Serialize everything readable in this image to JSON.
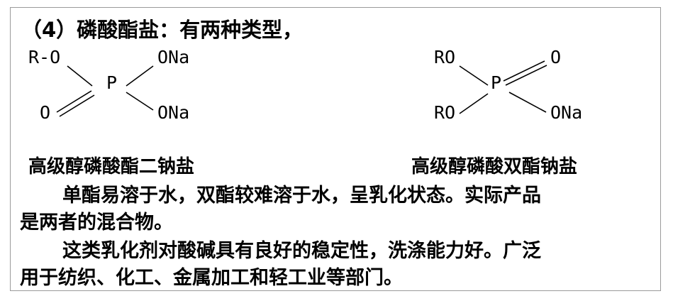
{
  "heading": "（4）磷酸酯盐：有两种类型，",
  "structure_left": {
    "r_o": "R-O",
    "p": "P",
    "o_double": "O",
    "ona_top": "ONa",
    "ona_bottom": "ONa",
    "name": "高级醇磷酸酯二钠盐"
  },
  "structure_right": {
    "ro_top": "RO",
    "ro_bottom": "RO",
    "p": "P",
    "o_double": "O",
    "ona": "ONa",
    "name": "高级醇磷酸双酯钠盐"
  },
  "paragraphs": {
    "p1_line1": "单酯易溶于水，双酯较难溶于水，呈乳化状态。实际产品",
    "p1_line2": "是两者的混合物。",
    "p2_line1": "这类乳化剂对酸碱具有良好的稳定性，洗涤能力好。广泛",
    "p2_line2": "用于纺织、化工、金属加工和轻工业等部门。"
  }
}
